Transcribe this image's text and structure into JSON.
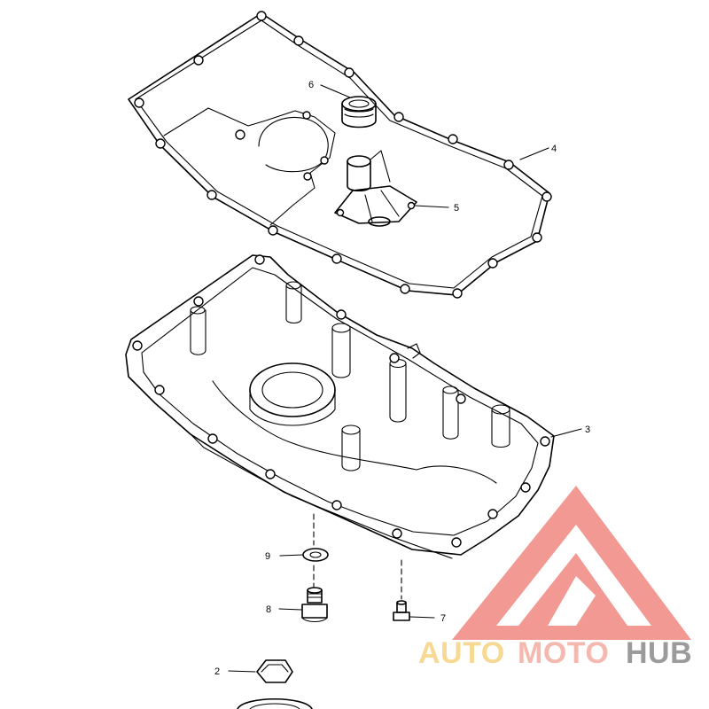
{
  "callouts": [
    {
      "id": "2",
      "label": "2"
    },
    {
      "id": "3",
      "label": "3"
    },
    {
      "id": "4",
      "label": "4"
    },
    {
      "id": "5",
      "label": "5"
    },
    {
      "id": "6",
      "label": "6"
    },
    {
      "id": "7",
      "label": "7"
    },
    {
      "id": "8",
      "label": "8"
    },
    {
      "id": "9",
      "label": "9"
    }
  ],
  "watermark": {
    "text_part1": "AUTO",
    "text_part2": "MOTO",
    "text_part3": "HUB",
    "color_part1": "#f2c14e",
    "color_part2": "#ef8a7a",
    "color_part3": "#5a5a5a",
    "logo_color": "#e8574a"
  }
}
